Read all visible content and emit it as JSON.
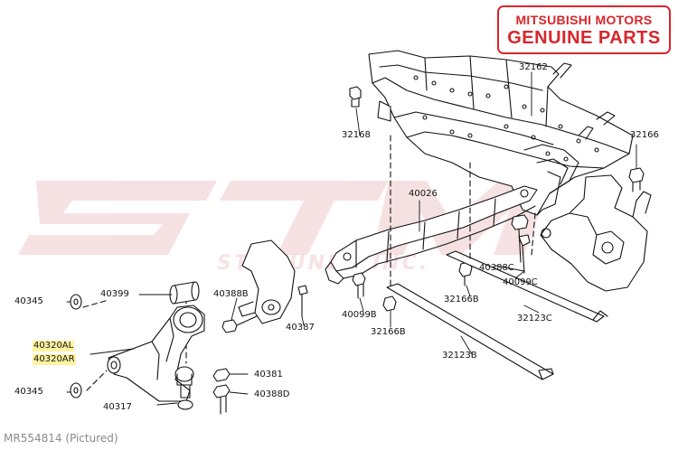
{
  "brand": {
    "line1": "MITSUBISHI MOTORS",
    "line2": "GENUINE PARTS",
    "color": "#d8262b"
  },
  "watermark": {
    "mark": "STM",
    "tagline": "STMTUNED INC."
  },
  "part_number": "MR554814 (Pictured)",
  "callouts": {
    "c32162": "32162",
    "c32168": "32168",
    "c32166_top": "32166",
    "c40026": "40026",
    "c40388C": "40388C",
    "c32166B_a": "32166B",
    "c40099C": "40099C",
    "c40099B": "40099B",
    "c32166B_b": "32166B",
    "c32123C": "32123C",
    "c32123B": "32123B",
    "c40345_top": "40345",
    "c40399": "40399",
    "c40388B": "40388B",
    "c40387": "40387",
    "c40320AL": "40320AL",
    "c40320AR": "40320AR",
    "c40381": "40381",
    "c40345_bot": "40345",
    "c40388D": "40388D",
    "c40317": "40317"
  }
}
